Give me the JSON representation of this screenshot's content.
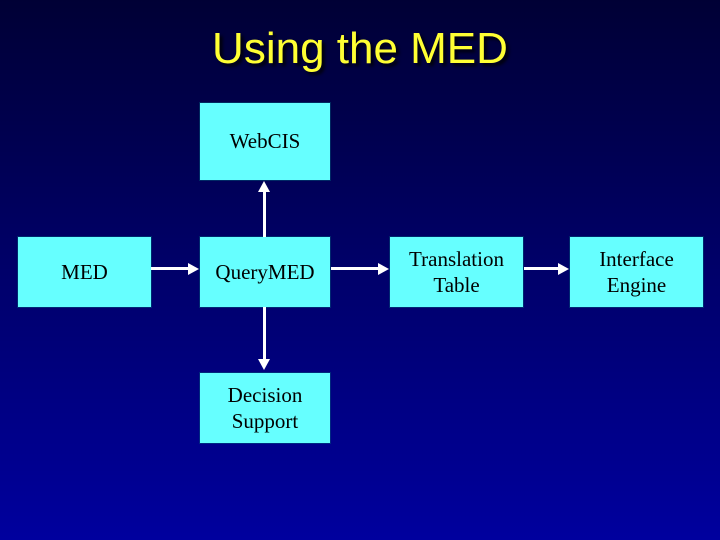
{
  "slide": {
    "title": "Using the MED"
  },
  "diagram": {
    "nodes": {
      "webcis": "WebCIS",
      "med": "MED",
      "querymed": "QueryMED",
      "translation_table": "Translation Table",
      "interface_engine": "Interface Engine",
      "decision_support": "Decision Support"
    },
    "edges": [
      {
        "from": "querymed",
        "to": "webcis",
        "direction": "up"
      },
      {
        "from": "med",
        "to": "querymed",
        "direction": "right"
      },
      {
        "from": "querymed",
        "to": "translation_table",
        "direction": "right"
      },
      {
        "from": "translation_table",
        "to": "interface_engine",
        "direction": "right"
      },
      {
        "from": "querymed",
        "to": "decision_support",
        "direction": "down"
      }
    ]
  },
  "colors": {
    "background_top": "#000035",
    "background_bottom": "#00009E",
    "box_fill": "#66FFFF",
    "box_text": "#000000",
    "title_text": "#FFFF33",
    "arrow": "#FFFFFF"
  }
}
